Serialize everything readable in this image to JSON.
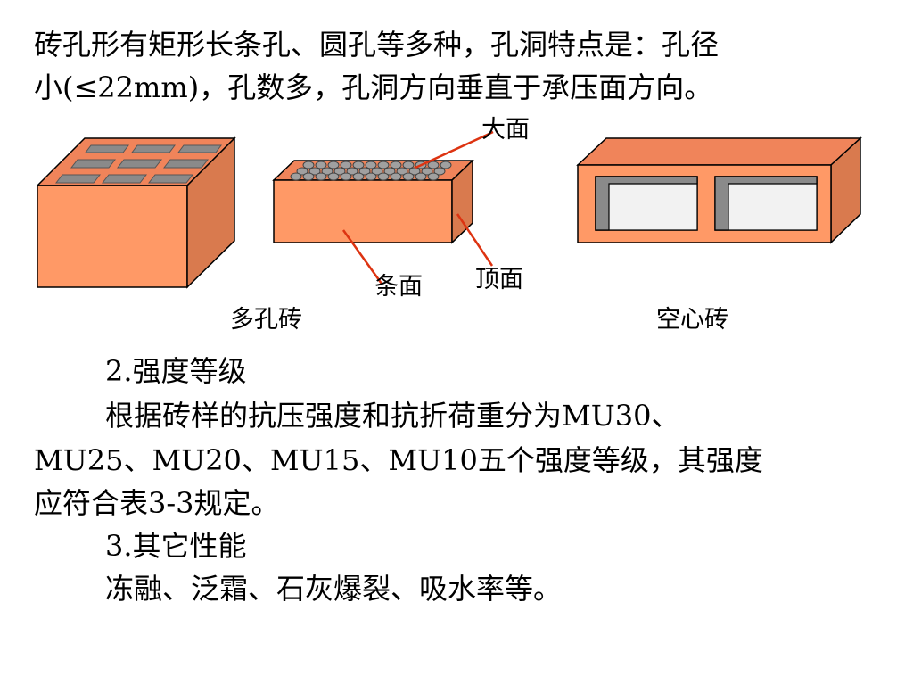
{
  "intro": {
    "line1": "砖孔形有矩形长条孔、圆孔等多种，孔洞特点是：孔径",
    "line2": "小(≤22mm)，孔数多，孔洞方向垂直于承压面方向。"
  },
  "figure": {
    "label_large_face": "大面",
    "label_stretcher_face": "条面",
    "label_header_face": "顶面",
    "caption_perforated": "多孔砖",
    "caption_hollow": "空心砖"
  },
  "section2": {
    "heading": "2.强度等级",
    "body_line1": "根据砖样的抗压强度和抗折荷重分为MU30、",
    "body_line2": "MU25、MU20、MU15、MU10五个强度等级，其强度",
    "body_line3": "应符合表3-3规定。"
  },
  "section3": {
    "heading": "3.其它性能",
    "body_line1": "冻融、泛霜、石灰爆裂、吸水率等。"
  },
  "colors": {
    "brick_front": "#FF9966",
    "brick_top": "#F0845A",
    "brick_side": "#D97A4E",
    "outline": "#000000",
    "hole_rect": "#8A8A8A",
    "hole_round": "#A0A0A0",
    "pointer_line": "#DD3311"
  }
}
